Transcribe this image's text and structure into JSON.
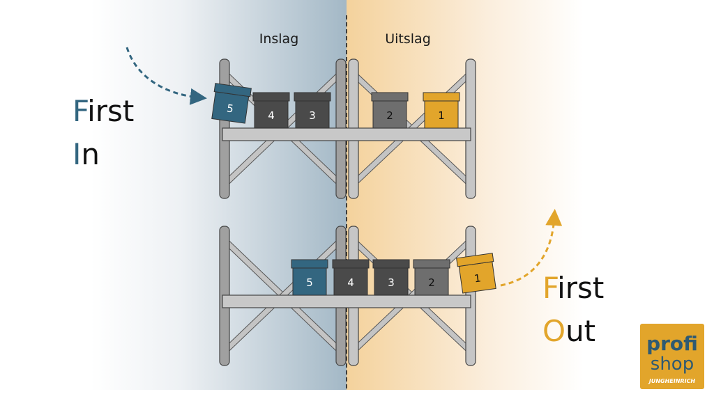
{
  "labels": {
    "inbound": "Inslag",
    "outbound": "Uitslag"
  },
  "first_in": {
    "line1_initial": "F",
    "line1_rest": "irst",
    "line2_initial": "I",
    "line2_rest": "n"
  },
  "first_out": {
    "line1_initial": "F",
    "line1_rest": "irst",
    "line2_initial": "O",
    "line2_rest": "ut"
  },
  "top_rack_boxes": [
    "5",
    "4",
    "3",
    "2",
    "1"
  ],
  "bottom_rack_boxes": [
    "5",
    "4",
    "3",
    "2",
    "1"
  ],
  "logo": {
    "line1": "profi",
    "line2": "shop",
    "brand": "JUNGHEINRICH"
  },
  "colors": {
    "blue": "#336680",
    "orange": "#e2a52b",
    "dark_box": "#4a4a4a",
    "mid_box": "#6e6e6e",
    "rack": "#a8a8a8",
    "shelf": "#c8c8c8"
  }
}
